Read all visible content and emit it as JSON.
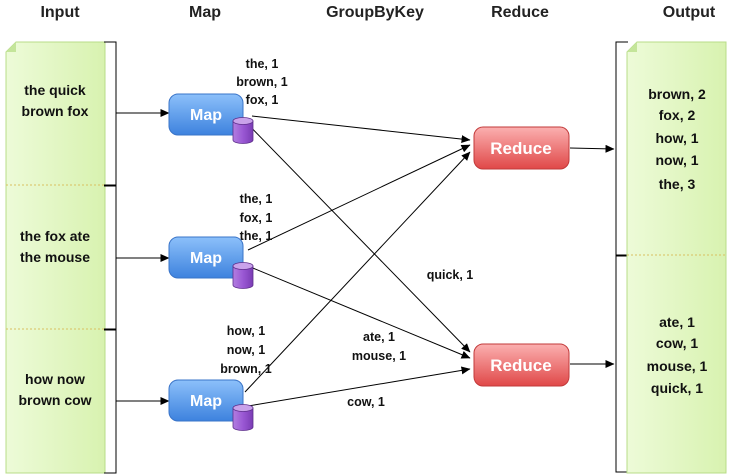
{
  "headers": {
    "input": "Input",
    "map": "Map",
    "groupbykey": "GroupByKey",
    "reduce": "Reduce",
    "output": "Output"
  },
  "inputs": [
    {
      "line1": "the quick",
      "line2": "brown fox"
    },
    {
      "line1": "the fox ate",
      "line2": "the mouse"
    },
    {
      "line1": "how now",
      "line2": "brown cow"
    }
  ],
  "map_label": "Map",
  "reduce_label": "Reduce",
  "map_outputs": [
    [
      "the, 1",
      "brown, 1",
      "fox, 1"
    ],
    [
      "the, 1",
      "fox, 1",
      "the, 1"
    ],
    [
      "how, 1",
      "now, 1",
      "brown, 1"
    ]
  ],
  "group_labels": {
    "quick": "quick, 1",
    "ate": "ate, 1",
    "mouse": "mouse, 1",
    "cow": "cow, 1"
  },
  "outputs": [
    [
      "brown, 2",
      "fox, 2",
      "how, 1",
      "now, 1",
      "the, 3"
    ],
    [
      "ate, 1",
      "cow, 1",
      "mouse, 1",
      "quick, 1"
    ]
  ],
  "colors": {
    "doc_fill": "#e2f7c2",
    "doc_edge": "#c6e89a",
    "map_top": "#7fb5f5",
    "map_bottom": "#3f86e0",
    "reduce_top": "#f9a0a0",
    "reduce_bottom": "#e24e4e",
    "cylinder": "#9b5fd0",
    "arrow": "#000000"
  },
  "icons": {
    "map_storage": "database-icon",
    "reduce_arrow": "arrow-icon"
  }
}
